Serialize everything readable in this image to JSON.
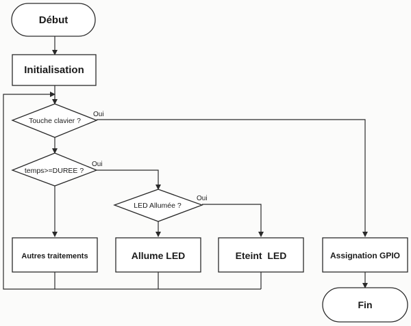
{
  "flowchart": {
    "start": "Début",
    "init": "Initialisation",
    "decision_key": "Touche clavier ?",
    "decision_time": "temps>=DUREE ?",
    "decision_led": "LED Allumée ?",
    "other_processing": "Autres traitements",
    "led_on": "Allume LED",
    "led_off": "Eteint  LED",
    "gpio": "Assignation GPIO",
    "end": "Fin",
    "yes_key": "Oui",
    "yes_time": "Oui",
    "yes_led": "Oui"
  }
}
